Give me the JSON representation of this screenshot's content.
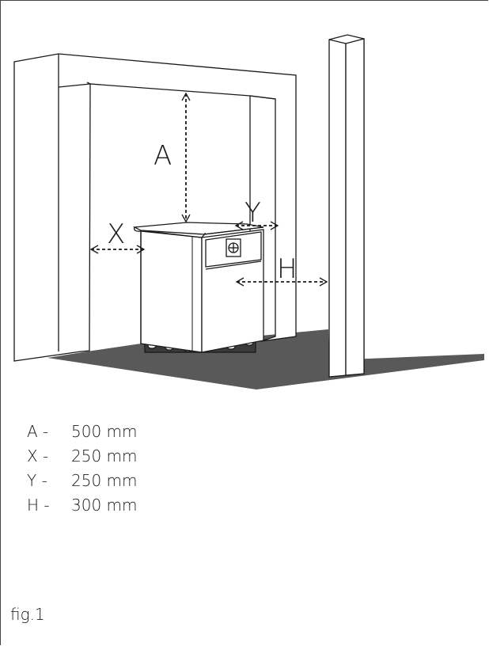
{
  "figure": {
    "caption": "fig.1",
    "diagram_labels": {
      "A": "A",
      "X": "X",
      "Y": "Y",
      "H": "H"
    },
    "legend": [
      {
        "key": "A -",
        "value": "500 mm"
      },
      {
        "key": "X -",
        "value": "250 mm"
      },
      {
        "key": "Y -",
        "value": "250 mm"
      },
      {
        "key": "H -",
        "value": "300 mm"
      }
    ]
  }
}
